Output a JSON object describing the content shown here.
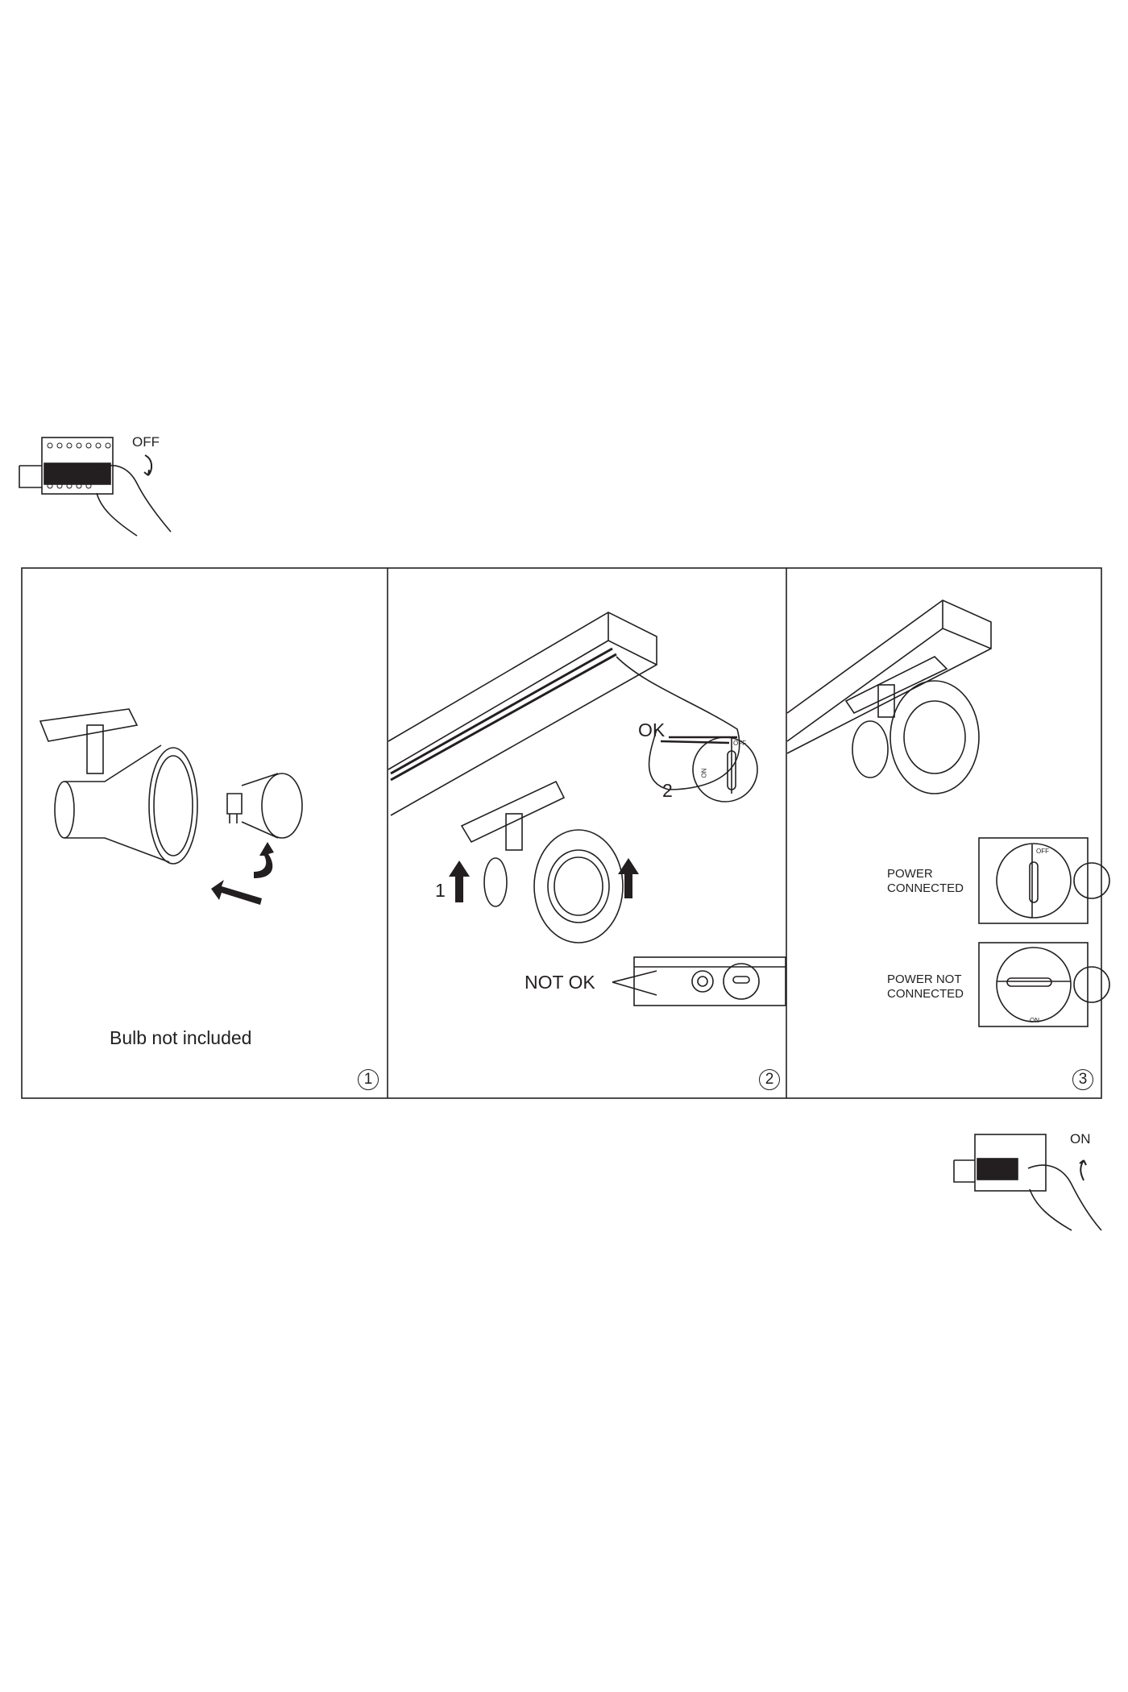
{
  "step0": {
    "switch_label": "OFF"
  },
  "steps": [
    {
      "number": "1",
      "caption": "Bulb not included"
    },
    {
      "number": "2",
      "ok_label": "OK",
      "ok_step": "2",
      "lift_step": "1",
      "not_ok_label": "NOT OK",
      "dial_off": "OFF",
      "dial_on": "ON"
    },
    {
      "number": "3",
      "power_connected": [
        "POWER",
        "CONNECTED"
      ],
      "power_not_connected": [
        "POWER NOT",
        "CONNECTED"
      ],
      "dial_off": "OFF",
      "dial_on": "ON"
    }
  ],
  "step_final": {
    "switch_label": "ON"
  }
}
